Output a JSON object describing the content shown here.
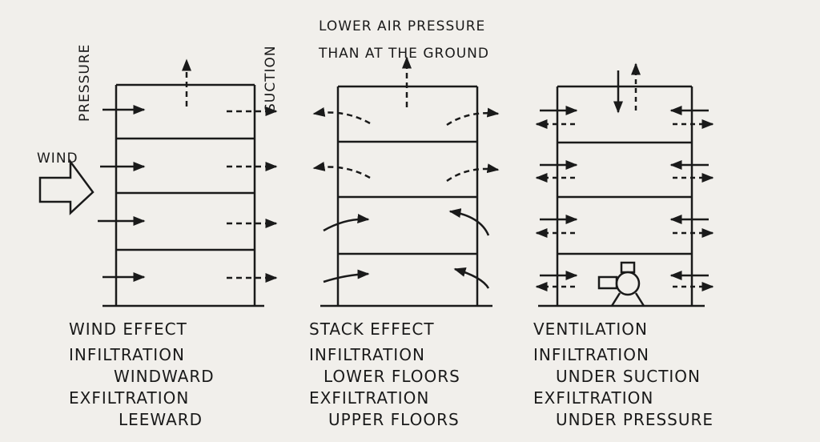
{
  "panels": {
    "wind": {
      "side_left": "PRESSURE",
      "side_right": "SUCTION",
      "wind_label": "WIND",
      "title": "WIND EFFECT",
      "line1": "INFILTRATION",
      "line2": "WINDWARD",
      "line3": "EXFILTRATION",
      "line4": "LEEWARD"
    },
    "stack": {
      "note_line1": "LOWER AIR PRESSURE",
      "note_line2": "THAN AT THE GROUND",
      "title": "STACK EFFECT",
      "line1": "INFILTRATION",
      "line2": "LOWER FLOORS",
      "line3": "EXFILTRATION",
      "line4": "UPPER FLOORS"
    },
    "vent": {
      "title": "VENTILATION",
      "line1": "INFILTRATION",
      "line2": "UNDER SUCTION",
      "line3": "EXFILTRATION",
      "line4": "UNDER PRESSURE"
    }
  },
  "colors": {
    "ink": "#1a1a1a",
    "paper": "#f1efeb"
  }
}
